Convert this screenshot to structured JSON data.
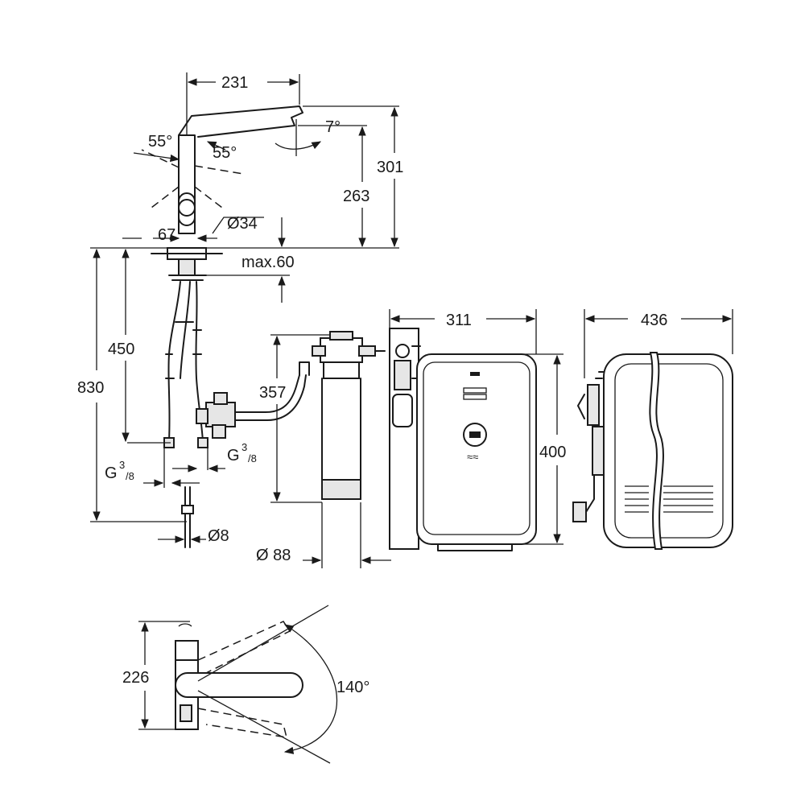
{
  "dimensions": {
    "d231": "231",
    "d55a": "55°",
    "d55b": "55°",
    "d7": "7°",
    "d301": "301",
    "d263": "263",
    "d67": "67",
    "d34": "Ø34",
    "dmax60": "max.60",
    "d311": "311",
    "d436": "436",
    "d450": "450",
    "d830": "830",
    "d357": "357",
    "d400": "400",
    "dG38a": "G",
    "dG38b": "G",
    "sup3": "3",
    "sub8": "/8",
    "d8": "Ø8",
    "d88": "Ø 88",
    "d226": "226",
    "d140": "140°"
  }
}
